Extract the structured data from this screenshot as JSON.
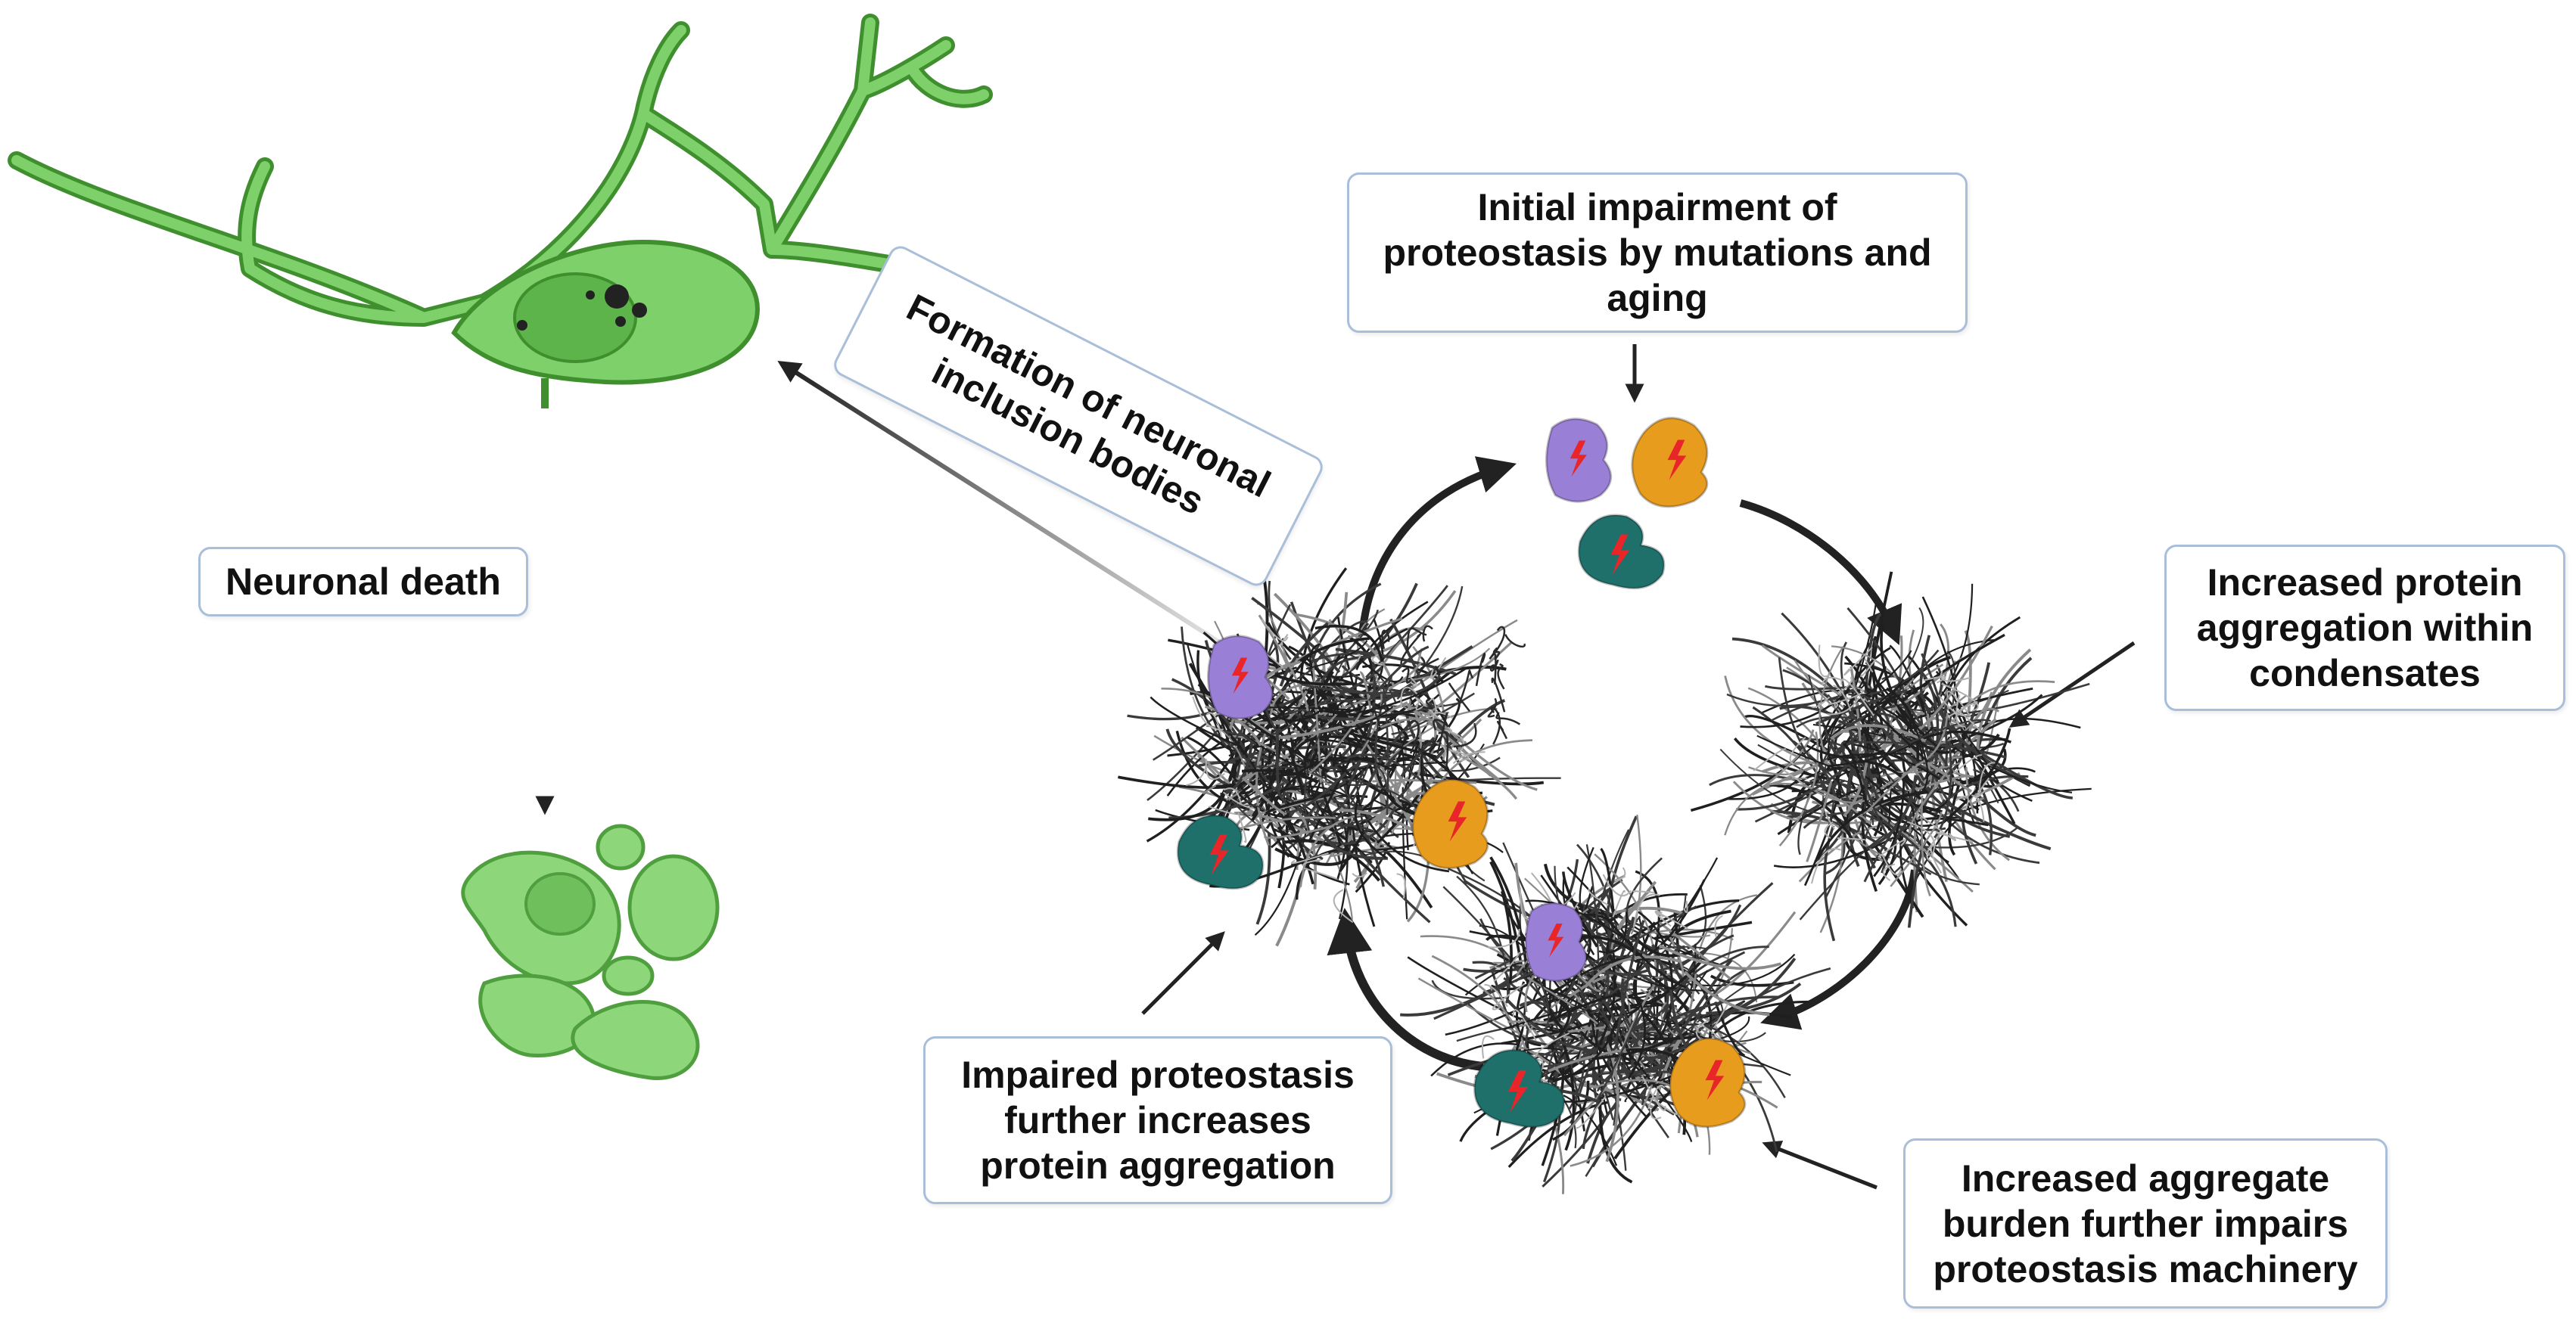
{
  "labels": {
    "initial_impairment": [
      "Initial impairment of",
      "proteostasis by mutations and",
      "aging"
    ],
    "increased_aggregation_condensates": [
      "Increased protein",
      "aggregation within",
      "condensates"
    ],
    "increased_burden": [
      "Increased aggregate",
      "burden further impairs",
      "proteostasis machinery"
    ],
    "impaired_proteostasis": [
      "Impaired proteostasis",
      "further increases",
      "protein aggregation"
    ],
    "formation_inclusion_bodies": [
      "Formation of neuronal",
      "inclusion bodies"
    ],
    "neuronal_death": "Neuronal death"
  },
  "icons": {
    "neuron": "neuron-icon",
    "dead_neuron": "apoptotic-neuron-icon",
    "aggregate": "protein-aggregate-icon",
    "damaged_protein": "damaged-protein-icon"
  },
  "colors": {
    "neuron_fill": "#7ed06a",
    "neuron_stroke": "#3f8f2f",
    "dead_cell_fill": "#8ed67a",
    "purple_protein": "#9a7fd6",
    "orange_protein": "#e89c1e",
    "teal_protein": "#1f6f6b",
    "lightning": "#e8262a",
    "box_border": "#a9bed8",
    "arrow": "#222222"
  }
}
